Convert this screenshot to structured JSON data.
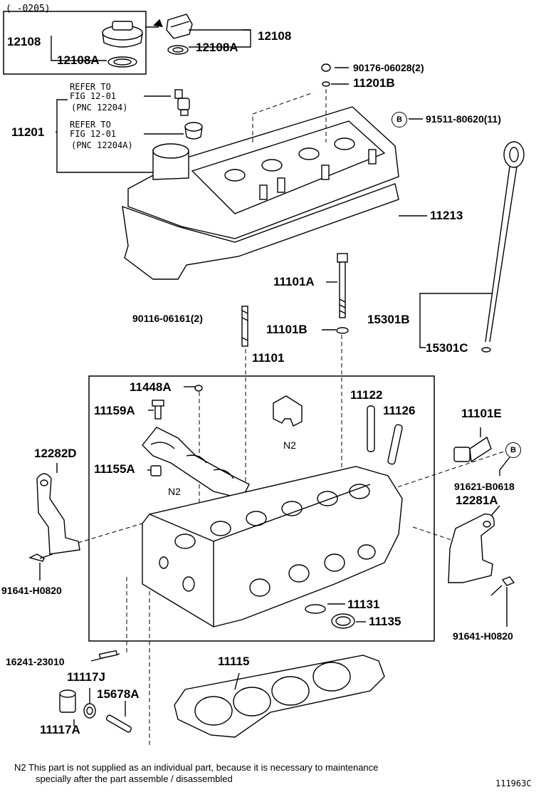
{
  "header_range": "(      -0205)",
  "refer": {
    "a_line1": "REFER TO",
    "a_line2": "FIG 12-01",
    "a_line3": "(PNC 12204)",
    "b_line1": "REFER TO",
    "b_line2": "FIG 12-01",
    "b_line3": "(PNC 12204A)"
  },
  "callouts": {
    "c12108_left": "12108",
    "c12108A_left": "12108A",
    "c12108_right": "12108",
    "c12108A_right": "12108A",
    "c90176": "90176-06028(2)",
    "c11201B": "11201B",
    "c91511": "91511-80620(11)",
    "c11201": "11201",
    "c11213": "11213",
    "c11101A": "11101A",
    "c90116": "90116-06161(2)",
    "c11101B": "11101B",
    "c15301B": "15301B",
    "c15301C": "15301C",
    "c11101": "11101",
    "c11448A": "11448A",
    "c11159A": "11159A",
    "c11155A": "11155A",
    "c11122": "11122",
    "c11126": "11126",
    "c11101E": "11101E",
    "c12282D": "12282D",
    "c91621": "91621-B0618",
    "c12281A": "12281A",
    "c91641_left": "91641-H0820",
    "c91641_right": "91641-H0820",
    "c11131": "11131",
    "c11135": "11135",
    "c16241": "16241-23010",
    "c11117J": "11117J",
    "c15678A": "15678A",
    "c11117A": "11117A",
    "c11115": "11115",
    "n2_a": "N2",
    "n2_b": "N2",
    "circle_b1": "B",
    "circle_b2": "B"
  },
  "footnote": {
    "line1": "N2  This part is not supplied as an individual part, because it is necessary to maintenance",
    "line2": "specially after the part assemble / disassembled"
  },
  "figure_id": "111963C"
}
